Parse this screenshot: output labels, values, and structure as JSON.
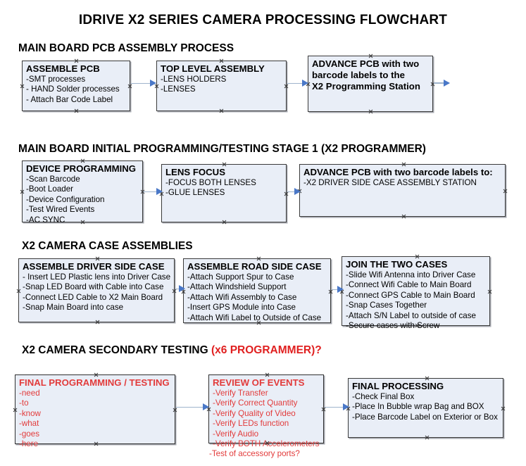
{
  "document": {
    "title": "IDRIVE X2  SERIES CAMERA PROCESSING FLOWCHART"
  },
  "sections": [
    {
      "id": "main-board-pcb-assembly-process",
      "title": "MAIN BOARD PCB ASSEMBLY PROCESS",
      "title_red": ""
    },
    {
      "id": "main-board-initial-programming",
      "title": "MAIN BOARD INITIAL PROGRAMMING/TESTING STAGE 1 (X2 PROGRAMMER)",
      "title_red": ""
    },
    {
      "id": "x2-camera-case-assemblies",
      "title": "X2 CAMERA CASE ASSEMBLIES",
      "title_red": ""
    },
    {
      "id": "x2-camera-secondary-testing",
      "title": "X2 CAMERA SECONDARY TESTING ",
      "title_red": "(x6 PROGRAMMER)?"
    }
  ],
  "nodes": {
    "assemble_pcb": {
      "header": "ASSEMBLE PCB",
      "lines": [
        "-SMT processes",
        "- HAND Solder processes",
        "- Attach Bar Code Label"
      ]
    },
    "top_level_assembly": {
      "header": "TOP LEVEL ASSEMBLY",
      "lines": [
        "-LENS HOLDERS",
        "-LENSES"
      ]
    },
    "advance_pcb_station": {
      "header": "ADVANCE PCB with two",
      "lines": [
        "barcode labels to the",
        " X2 Programming Station"
      ]
    },
    "device_programming": {
      "header": "DEVICE PROGRAMMING",
      "lines": [
        "-Scan Barcode",
        "-Boot Loader",
        "-Device Configuration",
        "-Test Wired Events",
        "-AC SYNC"
      ]
    },
    "lens_focus": {
      "header": "LENS FOCUS",
      "lines": [
        "-FOCUS BOTH LENSES",
        "-GLUE LENSES"
      ]
    },
    "advance_pcb_driver_side": {
      "header": "ADVANCE PCB with two barcode labels to:",
      "lines": [
        "-X2 DRIVER  SIDE  CASE  ASSEMBLY STATION"
      ]
    },
    "assemble_driver_side_case": {
      "header": "ASSEMBLE DRIVER SIDE CASE",
      "lines": [
        "- Insert LED Plastic lens into Driver Case",
        "-Snap LED Board with Cable into Case",
        "-Connect LED Cable to X2 Main Board",
        "-Snap Main Board into case"
      ]
    },
    "assemble_road_side_case": {
      "header": "ASSEMBLE ROAD SIDE CASE",
      "lines": [
        "-Attach Support Spur to Case",
        "-Attach Windshield Support",
        "-Attach Wifi Assembly to Case",
        "-Insert GPS Module into Case",
        "-Attach Wifi Label to Outside of Case"
      ]
    },
    "join_the_two_cases": {
      "header": "JOIN THE TWO CASES",
      "lines": [
        "-Slide Wifi Antenna into Driver Case",
        "-Connect Wifi Cable to Main Board",
        "-Connect GPS Cable to Main Board",
        "-Snap Cases Together",
        "-Attach S/N Label to outside of case",
        "-Secure cases with Screw"
      ]
    },
    "final_programming_testing": {
      "header": "FINAL PROGRAMMING / TESTING",
      "lines": [
        "-need",
        "-to",
        "-know",
        "-what",
        "-goes",
        "-here"
      ]
    },
    "review_of_events": {
      "header": "REVIEW OF EVENTS",
      "lines": [
        "-Verify Transfer",
        "-Verify Correct Quantity",
        "-Verify Quality of Video",
        "-Verify LEDs function",
        "-Verify Audio",
        "-Verify BOTH Accelerometers",
        "-Test of accessory ports?"
      ]
    },
    "final_processing": {
      "header": "FINAL PROCESSING",
      "lines": [
        "-Check Final Box",
        "-Place In Bubble wrap Bag and BOX",
        "-Place Barcode Label on Exterior or Box"
      ]
    }
  },
  "colors": {
    "node_fill": "#e9eef7",
    "node_border": "#3a3a3a",
    "red_text": "#e23b3b",
    "arrow_shaft": "#9fb4cc",
    "arrow_head": "#4a78c8"
  }
}
